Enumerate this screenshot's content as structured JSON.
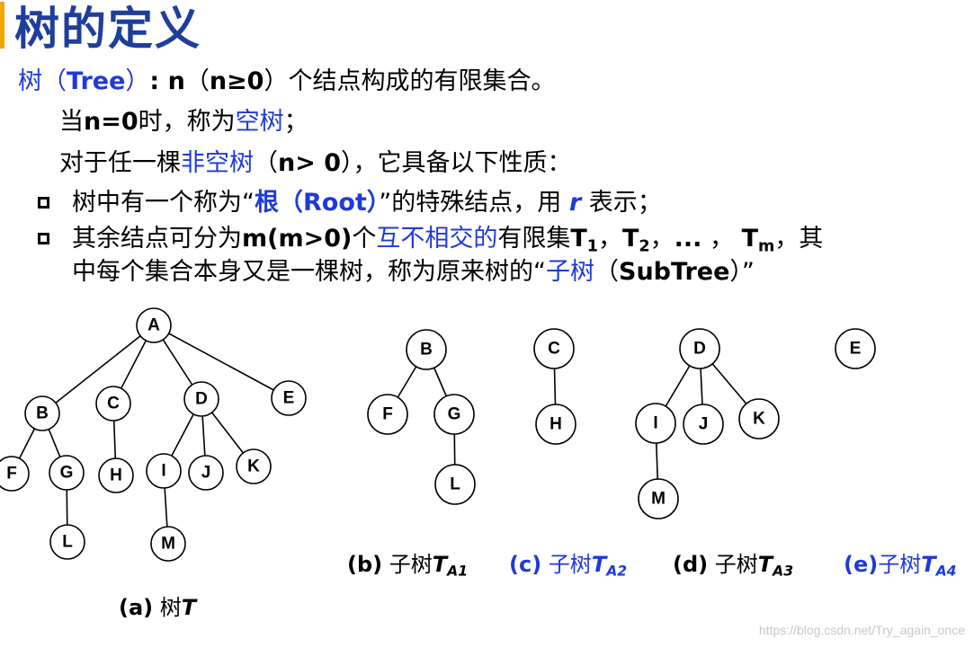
{
  "title": "树的定义",
  "def": {
    "tree": "树",
    "paren_open": "（",
    "tree_en": "Tree",
    "paren_close": "）",
    "colon_n": ": n",
    "cond_open": "（",
    "cond": "n≥0",
    "cond_close": "）",
    "rest": "个结点构成的有限集合。"
  },
  "empty": {
    "pre": "当",
    "cond": "n=0",
    "mid": "时，称为",
    "term": "空树",
    "post": "；"
  },
  "nonempty": {
    "pre": "对于任一棵",
    "term": "非空树",
    "open": "（",
    "cond": "n> 0",
    "post": "），它具备以下性质："
  },
  "bullet1": {
    "pre": "树中有一个称为“",
    "term": "根（Root）",
    "mid": "”的特殊结点，用 ",
    "sym": "r",
    "post": " 表示；"
  },
  "bullet2": {
    "pre": "其余结点可分为",
    "cond": "m(m>0)",
    "mid1": "个",
    "term": "互不相交的",
    "mid2": "有限集",
    "t": "T",
    "s1": "1",
    "sep1": "，",
    "s2": "2",
    "sep2": "，",
    "dots": "...",
    "sep3": " ，",
    "sm": "m",
    "end": "，其",
    "line2_pre": "中每个集合本身又是一棵树，称为原来树的“",
    "line2_term": "子树",
    "line2_open": "（",
    "line2_en": "SubTree",
    "line2_close": "）”"
  },
  "nodes": {
    "A": "A",
    "B": "B",
    "C": "C",
    "D": "D",
    "E": "E",
    "F": "F",
    "G": "G",
    "H": "H",
    "I": "I",
    "J": "J",
    "K": "K",
    "L": "L",
    "M": "M"
  },
  "captions": {
    "a_label": "(a)",
    "a_text": "树",
    "a_sym": "T",
    "b_label": "(b)",
    "b_text": "子树",
    "b_sym": "T",
    "b_sub": "A1",
    "c_label": "(c)",
    "c_text": "子树",
    "c_sym": "T",
    "c_sub": "A2",
    "d_label": "(d)",
    "d_text": "子树",
    "d_sym": "T",
    "d_sub": "A3",
    "e_label": "(e)",
    "e_text": "子树",
    "e_sym": "T",
    "e_sub": "A4"
  },
  "watermark": "https://blog.csdn.net/Try_again_once",
  "colors": {
    "title": "#1f3e9c",
    "accent": "#f0a500",
    "highlight": "#1f3ad9"
  }
}
